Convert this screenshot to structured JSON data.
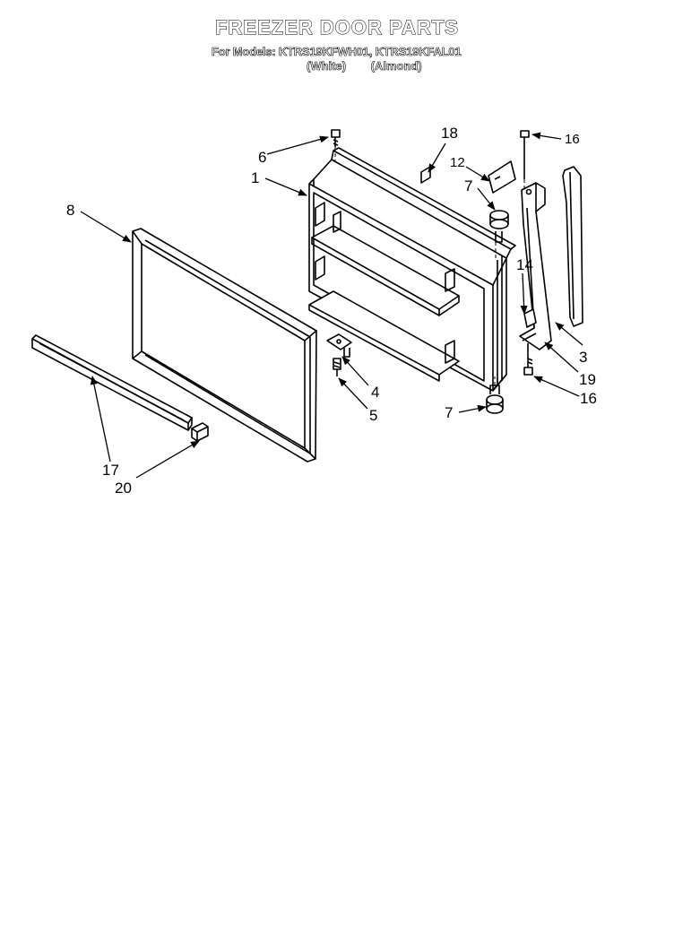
{
  "header": {
    "title": "FREEZER DOOR PARTS",
    "models_line": "For Models: KTRS19KFWH01, KTRS19KFAL01",
    "color_1": "(White)",
    "color_2": "(Almond)"
  },
  "callouts": {
    "c1": "1",
    "c3": "3",
    "c4": "4",
    "c5": "5",
    "c6": "6",
    "c7a": "7",
    "c7b": "7",
    "c8": "8",
    "c12": "12",
    "c14": "14",
    "c16a": "16",
    "c16b": "16",
    "c17": "17",
    "c18": "18",
    "c19": "19",
    "c20": "20"
  }
}
